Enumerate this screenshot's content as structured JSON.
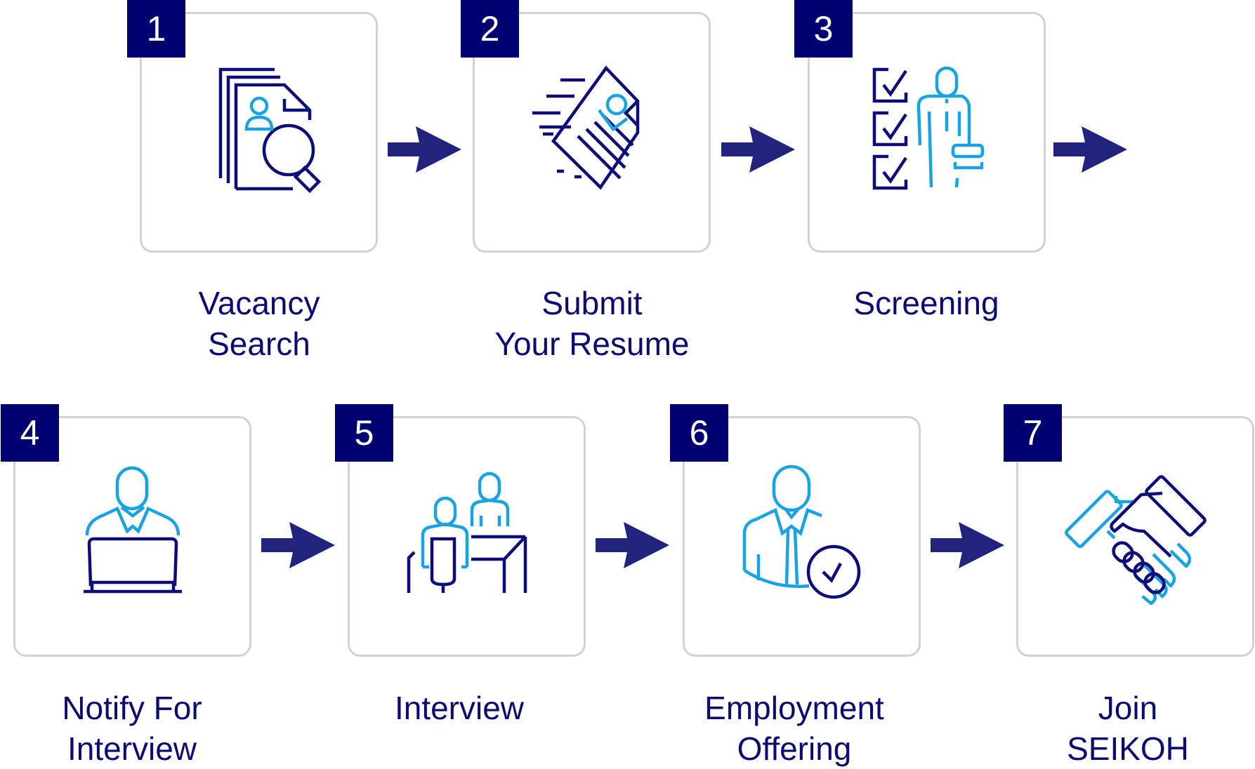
{
  "colors": {
    "badge": "#000070",
    "arrow": "#21237f",
    "label_text": "#0b0b72",
    "icon_primary": "#0d0d7a",
    "icon_accent": "#1aa3e3",
    "card_border": "#d2d2d2"
  },
  "steps": [
    {
      "number": "1",
      "label_lines": [
        "Vacancy",
        "Search"
      ],
      "icon": "document-search-icon"
    },
    {
      "number": "2",
      "label_lines": [
        "Submit",
        "Your Resume"
      ],
      "icon": "send-resume-icon"
    },
    {
      "number": "3",
      "label_lines": [
        "Screening"
      ],
      "icon": "checklist-person-icon"
    },
    {
      "number": "4",
      "label_lines": [
        "Notify For",
        "Interview"
      ],
      "icon": "person-laptop-icon"
    },
    {
      "number": "5",
      "label_lines": [
        "Interview"
      ],
      "icon": "interview-desk-icon"
    },
    {
      "number": "6",
      "label_lines": [
        "Employment",
        "Offering"
      ],
      "icon": "person-approved-icon"
    },
    {
      "number": "7",
      "label_lines": [
        "Join",
        "SEIKOH"
      ],
      "icon": "handshake-icon"
    }
  ],
  "connectors": [
    {
      "from": "1",
      "to": "2",
      "icon": "arrow-right-icon"
    },
    {
      "from": "2",
      "to": "3",
      "icon": "arrow-right-icon"
    },
    {
      "from": "3",
      "to": "4",
      "icon": "arrow-right-icon"
    },
    {
      "from": "4",
      "to": "5",
      "icon": "arrow-right-icon"
    },
    {
      "from": "5",
      "to": "6",
      "icon": "arrow-right-icon"
    },
    {
      "from": "6",
      "to": "7",
      "icon": "arrow-right-icon"
    }
  ]
}
